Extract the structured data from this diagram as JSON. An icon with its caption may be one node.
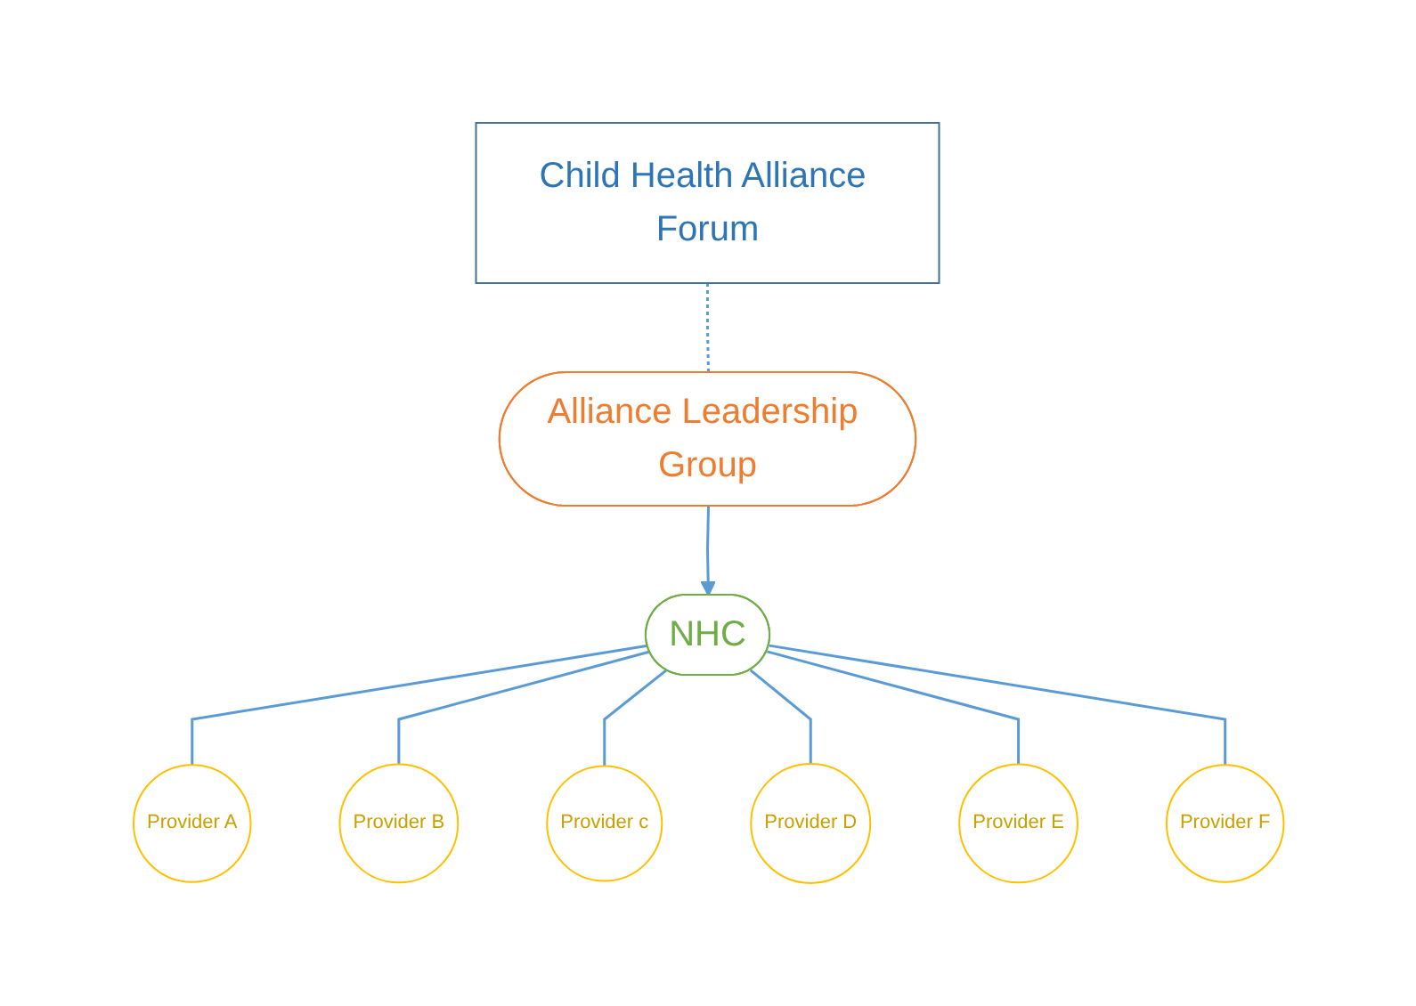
{
  "diagram": {
    "nodes": [
      {
        "text": [
          "Child Health Alliance Forum"
        ]
      },
      {
        "text": [
          "Alliance Leadership Group"
        ]
      },
      {
        "text": [
          "NHC"
        ]
      },
      {
        "text": [
          "Provider A"
        ]
      },
      {
        "text": [
          "Provider B"
        ]
      },
      {
        "text": [
          "Provider c"
        ]
      },
      {
        "text": [
          "Provider D"
        ]
      },
      {
        "text": [
          "Provider E"
        ]
      },
      {
        "text": [
          "Provider F"
        ]
      }
    ],
    "edges": [
      {
        "from": 0,
        "to": 1,
        "arrow": "none",
        "style": "dashed"
      },
      {
        "from": 1,
        "to": 2,
        "arrow": "to"
      },
      {
        "from": 2,
        "to": 3,
        "arrow": "none"
      },
      {
        "from": 2,
        "to": 4,
        "arrow": "none"
      },
      {
        "from": 2,
        "to": 5,
        "arrow": "none"
      },
      {
        "from": 2,
        "to": 6,
        "arrow": "none"
      },
      {
        "from": 2,
        "to": 7,
        "arrow": "none"
      },
      {
        "from": 2,
        "to": 8,
        "arrow": "none"
      }
    ]
  }
}
